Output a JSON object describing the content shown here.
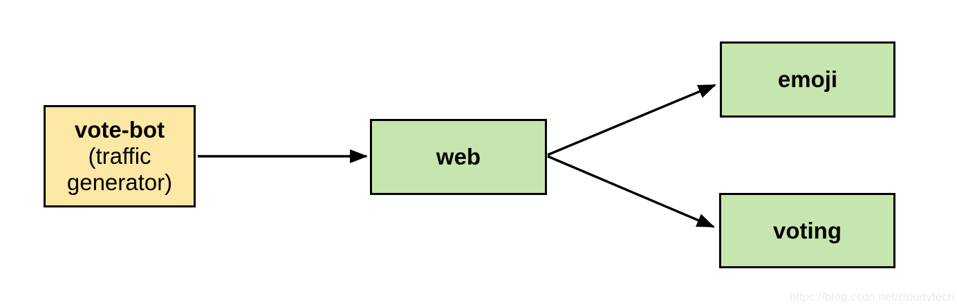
{
  "diagram": {
    "nodes": [
      {
        "id": "vote-bot",
        "label": "vote-bot",
        "sublabel": "(traffic generator)",
        "kind": "traffic-generator"
      },
      {
        "id": "web",
        "label": "web",
        "kind": "service"
      },
      {
        "id": "emoji",
        "label": "emoji",
        "kind": "service"
      },
      {
        "id": "voting",
        "label": "voting",
        "kind": "service"
      }
    ],
    "edges": [
      {
        "from": "vote-bot",
        "to": "web"
      },
      {
        "from": "web",
        "to": "emoji"
      },
      {
        "from": "web",
        "to": "voting"
      }
    ]
  },
  "watermark": {
    "text": "https://blog.csdn.net/cloudvtech"
  },
  "colors": {
    "background": "#FFFFFF",
    "node_border": "#000000",
    "arrow": "#000000",
    "source_fill": "#FCE8A4",
    "service_fill": "#C7E5AE",
    "watermark_text": "#EBEBEB"
  }
}
